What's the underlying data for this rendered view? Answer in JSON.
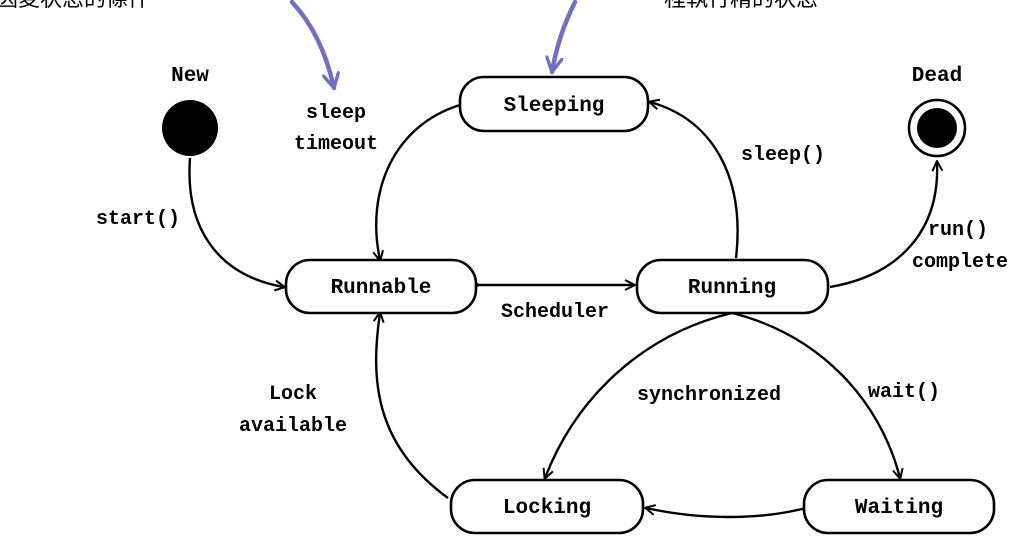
{
  "states": {
    "new": "New",
    "dead": "Dead",
    "sleeping": "Sleeping",
    "runnable": "Runnable",
    "running": "Running",
    "locking": "Locking",
    "waiting": "Waiting"
  },
  "transitions": {
    "start": "start()",
    "sleep_timeout_line1": "sleep",
    "sleep_timeout_line2": "timeout",
    "sleep_call": "sleep()",
    "run_complete_line1": "run()",
    "run_complete_line2": "complete",
    "scheduler": "Scheduler",
    "synchronized": "synchronized",
    "wait": "wait()",
    "lock_available_line1": "Lock",
    "lock_available_line2": "available"
  },
  "annotations": {
    "top_left_partial": "因変状态的條件",
    "top_right_partial": "程執行精的状态"
  },
  "colors": {
    "annotation_arrow": "#6f6fc4",
    "node_fill": "#ffffff",
    "stroke": "#000000"
  }
}
